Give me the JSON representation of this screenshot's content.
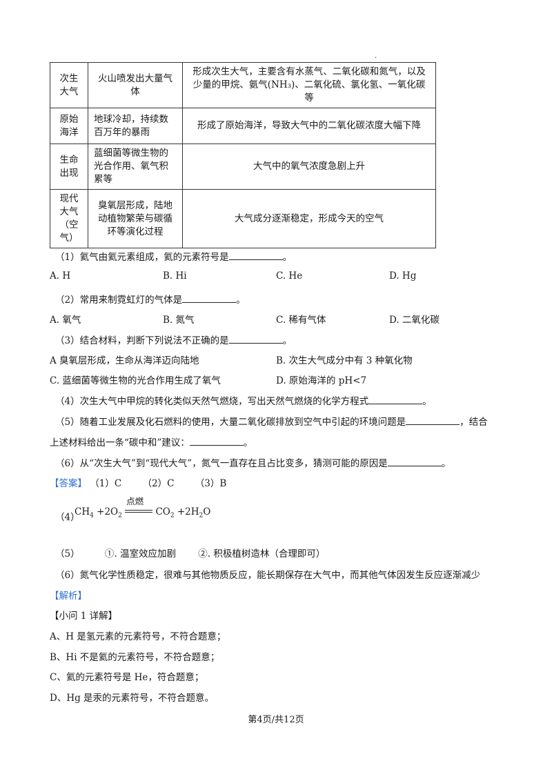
{
  "table": {
    "rows": [
      {
        "stage": "次生大气",
        "event": "火山喷发出大量气体",
        "result": "形成次生大气，主要含有水蒸气、二氧化碳和氮气，以及少量的甲烷、氨气(NH₃)、二氧化硫、氯化氢、一氧化碳等"
      },
      {
        "stage": "原始海洋",
        "event": "地球冷却，持续数百万年的暴雨",
        "result": "形成了原始海洋，导致大气中的二氧化碳浓度大幅下降"
      },
      {
        "stage": "生命出现",
        "event": "蓝细菌等微生物的光合作用、氧气积累等",
        "result": "大气中的氧气浓度急剧上升"
      },
      {
        "stage": "现代大气（空气）",
        "event": "臭氧层形成，陆地动植物繁荣与碳循环等演化过程",
        "result": "大气成分逐渐稳定，形成今天的空气"
      }
    ]
  },
  "q1": {
    "text": "（1）氦气由氦元素组成，氦的元素符号是",
    "end": "。",
    "options": [
      "A. H",
      "B. Hi",
      "C. He",
      "D. Hg"
    ]
  },
  "q2": {
    "text": "（2）常用来制霓虹灯的气体是",
    "end": "。",
    "options": [
      "A. 氧气",
      "B. 氮气",
      "C. 稀有气体",
      "D. 二氧化碳"
    ]
  },
  "q3": {
    "text": "（3）结合材料，判断下列说法不正确的是",
    "end": "。",
    "options": [
      "A  臭氧层形成，生命从海洋迈向陆地",
      "B. 次生大气成分中有 3 种氧化物",
      "C. 蓝细菌等微生物的光合作用生成了氧气",
      "D. 原始海洋的 pH<7"
    ]
  },
  "q4": {
    "text": "（4）次生大气中甲烷的转化类似天然气燃烧，写出天然气燃烧的化学方程式",
    "end": "。"
  },
  "q5": {
    "text1": "（5）随着工业发展及化石燃料的使用，大量二氧化碳排放到空气中引起的环境问题是",
    "text1b": "，结合",
    "text2": "上述材料给出一条“碳中和”建议：",
    "end": "。"
  },
  "q6": {
    "text": "（6）从“次生大气”到“现代大气”，氮气一直存在且占比变多，猜测可能的原因是",
    "end": "。"
  },
  "answer": {
    "tag": "【答案】",
    "a1": "（1）C",
    "a2": "（2）C",
    "a3": "（3）B",
    "a4_label": "（4）",
    "eq_left_1": "CH",
    "eq_left_sub1": "4",
    "eq_left_2": " +2O",
    "eq_left_sub2": "2",
    "eq_cond": "点燃",
    "eq_right_1": "CO",
    "eq_right_sub1": "2",
    "eq_right_2": " +2H",
    "eq_right_sub2": "2",
    "eq_right_3": "O",
    "a5_label": "（5）",
    "a5_1": "①. 温室效应加剧",
    "a5_2": "②. 积极植树造林（合理即可）",
    "a6": "（6）氮气化学性质稳定，很难与其他物质反应，能长期保存在大气中，而其他气体因发生反应逐渐减少"
  },
  "analysis": {
    "tag": "【解析】",
    "sub_title": "【小问 1 详解】",
    "lines": [
      "A、H 是氢元素的元素符号，不符合题意；",
      "B、Hi 不是氦的元素符号，不符合题意；",
      "C、氦的元素符号是 He，符合题意；",
      "D、Hg 是汞的元素符号，不符合题意。"
    ]
  },
  "footer": {
    "page": "第4页/共12页"
  },
  "colors": {
    "accent": "#2f6fd1",
    "text": "#1a1a1a"
  }
}
